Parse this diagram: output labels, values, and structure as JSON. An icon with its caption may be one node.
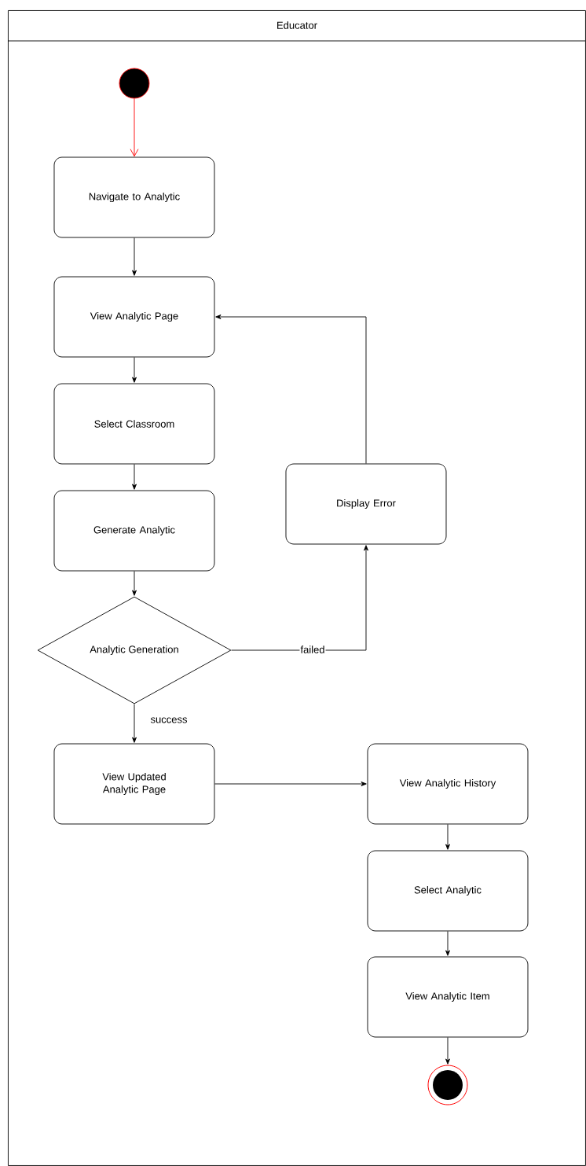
{
  "diagram": {
    "nodes": [
      {
        "text": [
          "Educator"
        ]
      },
      {
        "text": [],
        "shape": "circle",
        "in": 0
      },
      {
        "text": [
          "Navigate to Analytic"
        ],
        "in": 0
      },
      {
        "text": [
          "View Analytic Page"
        ],
        "in": 0
      },
      {
        "text": [
          "Select Classroom"
        ],
        "in": 0
      },
      {
        "text": [
          "Display Error"
        ],
        "in": 0
      },
      {
        "text": [
          "Generate Analytic"
        ],
        "in": 0
      },
      {
        "text": [
          "Analytic Generation"
        ],
        "in": 0
      },
      {
        "text": [
          "View Updated Analytic Page"
        ],
        "in": 0
      },
      {
        "text": [
          "View Analytic History"
        ],
        "in": 0
      },
      {
        "text": [
          "Select Analytic"
        ],
        "in": 0
      },
      {
        "text": [
          "View Analytic Item"
        ],
        "in": 0
      },
      {
        "text": [],
        "shape": "circle",
        "in": 0
      }
    ],
    "edges": [
      {
        "from": 1,
        "to": 2,
        "arrow": "to",
        "color": "#ff0000"
      },
      {
        "from": 2,
        "to": 3,
        "arrow": "to"
      },
      {
        "from": 3,
        "to": 4,
        "arrow": "to"
      },
      {
        "from": 4,
        "to": 6,
        "arrow": "to"
      },
      {
        "from": 6,
        "to": 7,
        "arrow": "to"
      },
      {
        "from": 7,
        "to": 5,
        "arrow": "to",
        "label": "failed"
      },
      {
        "from": 5,
        "to": 3,
        "arrow": "to"
      },
      {
        "from": 7,
        "to": 8,
        "arrow": "to",
        "label": "success"
      },
      {
        "from": 8,
        "to": 9,
        "arrow": "to"
      },
      {
        "from": 9,
        "to": 10,
        "arrow": "to"
      },
      {
        "from": 10,
        "to": 11,
        "arrow": "to"
      },
      {
        "from": 11,
        "to": 12,
        "arrow": "to"
      }
    ]
  }
}
